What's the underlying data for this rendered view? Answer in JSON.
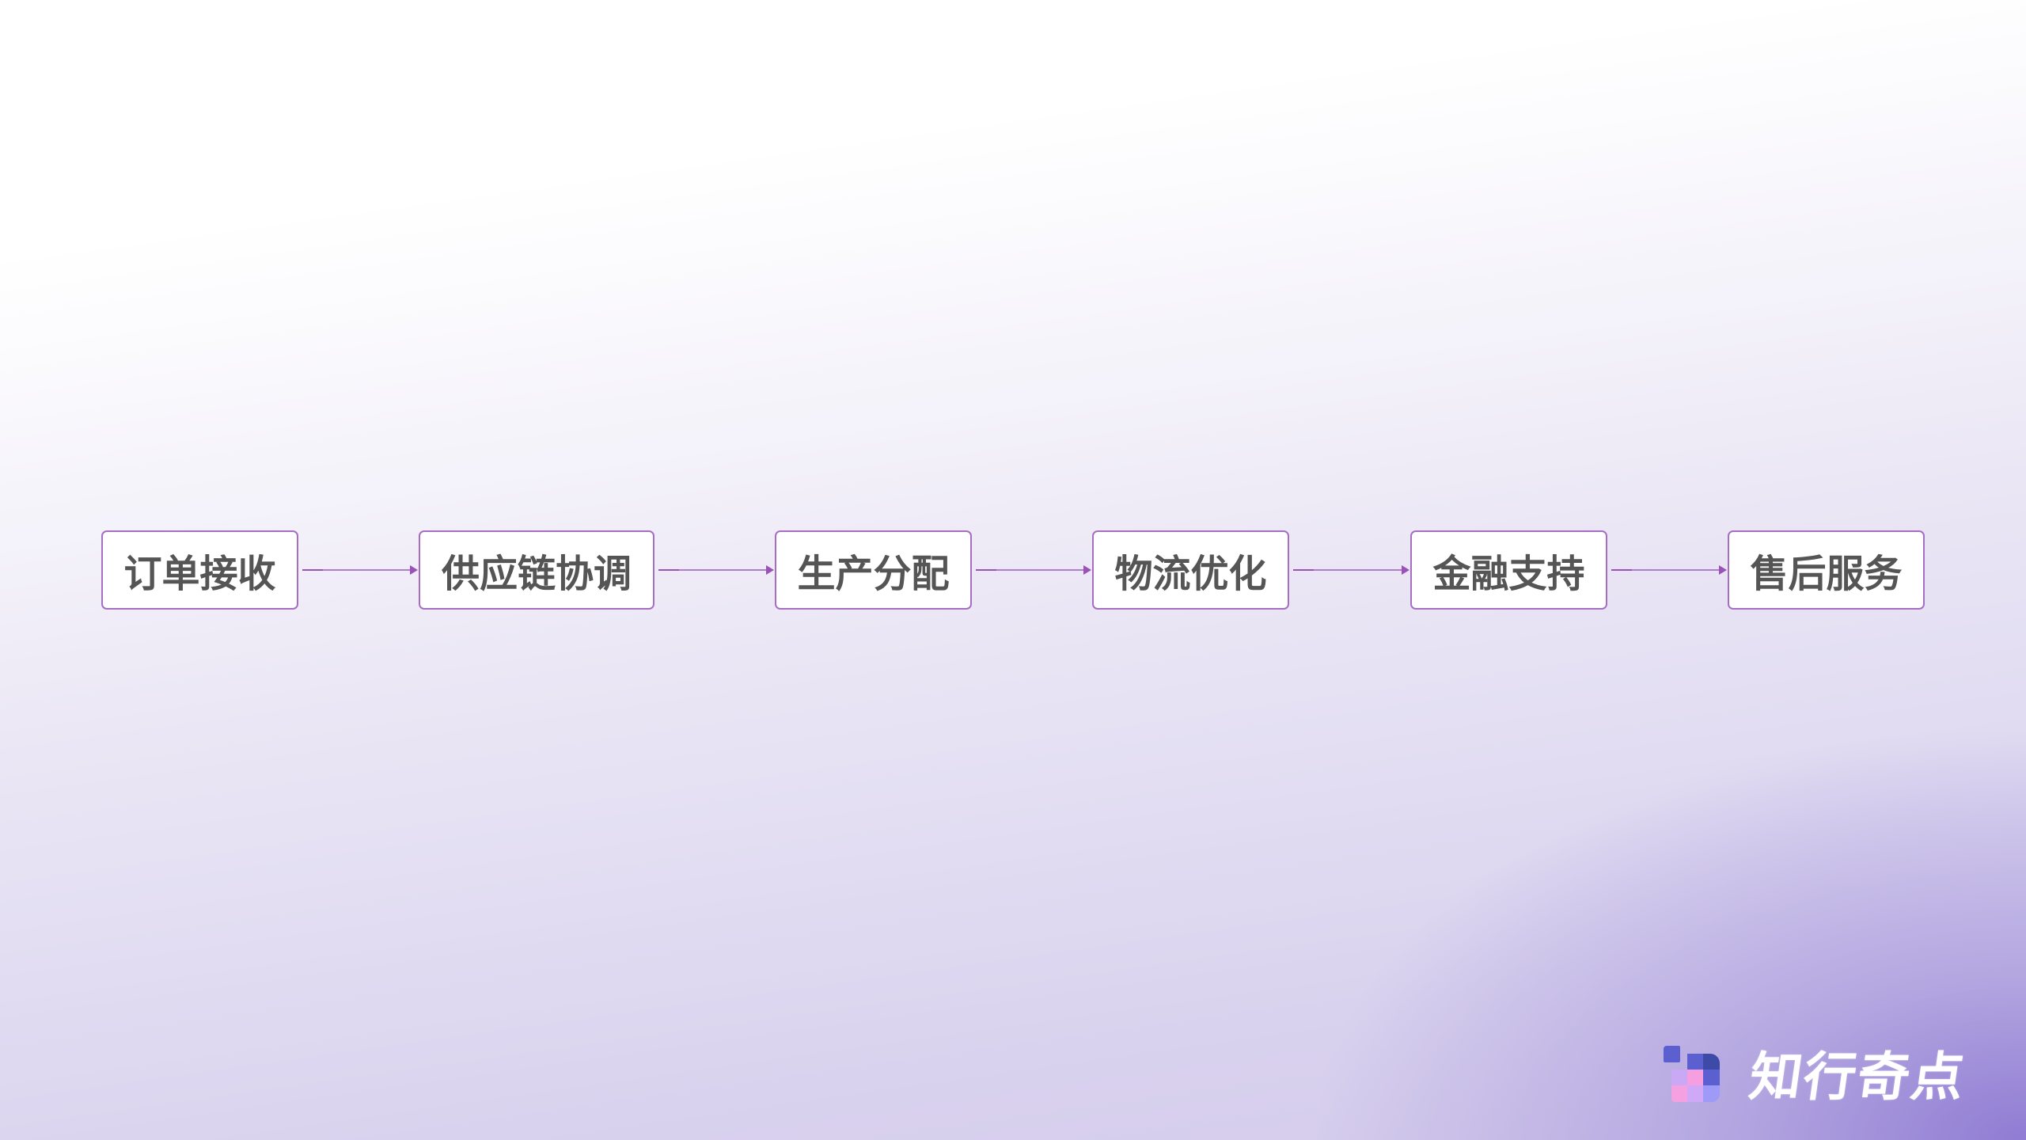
{
  "slide": {
    "background": {
      "top_color": "#ffffff",
      "bottom_color": "#d3caeb",
      "corner_glow_color": "#8c78d2"
    },
    "flow": {
      "direction": "left-to-right",
      "node_border_color": "#a56ec3",
      "node_text_color": "#555555",
      "arrow_color": "#9a52b8",
      "nodes": [
        {
          "id": "n1",
          "label": "订单接收"
        },
        {
          "id": "n2",
          "label": "供应链协调"
        },
        {
          "id": "n3",
          "label": "生产分配"
        },
        {
          "id": "n4",
          "label": "物流优化"
        },
        {
          "id": "n5",
          "label": "金融支持"
        },
        {
          "id": "n6",
          "label": "售后服务"
        }
      ],
      "edges": [
        {
          "from": "n1",
          "to": "n2"
        },
        {
          "from": "n2",
          "to": "n3"
        },
        {
          "from": "n3",
          "to": "n4"
        },
        {
          "from": "n4",
          "to": "n5"
        },
        {
          "from": "n5",
          "to": "n6"
        }
      ]
    },
    "logo": {
      "icon": "pixel-grid-logo-icon",
      "text": "知行奇点",
      "colors": [
        "#5b5fd0",
        "#3d4aa8",
        "#c9a8f5",
        "#f59fe0",
        "#9d9af8"
      ]
    }
  }
}
